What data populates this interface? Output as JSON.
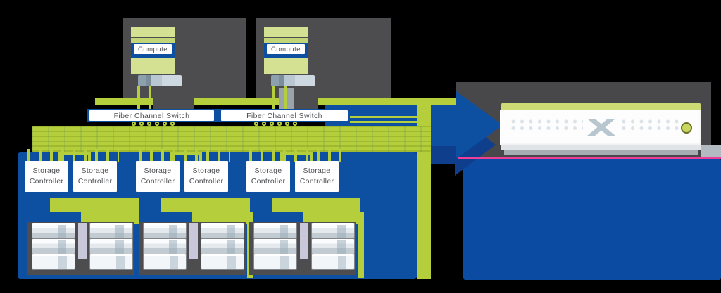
{
  "compute": {
    "nodes": [
      {
        "label": "Compute"
      },
      {
        "label": "Compute"
      }
    ]
  },
  "fabric": {
    "switches": [
      {
        "label": "Fiber Channel Switch"
      },
      {
        "label": "Fiber Channel Switch"
      }
    ]
  },
  "storage": {
    "groups": [
      {
        "controllers": [
          {
            "line1": "Storage",
            "line2": "Controller"
          },
          {
            "line1": "Storage",
            "line2": "Controller"
          }
        ]
      },
      {
        "controllers": [
          {
            "line1": "Storage",
            "line2": "Controller"
          },
          {
            "line1": "Storage",
            "line2": "Controller"
          }
        ]
      },
      {
        "controllers": [
          {
            "line1": "Storage",
            "line2": "Controller"
          },
          {
            "line1": "Storage",
            "line2": "Controller"
          }
        ]
      }
    ]
  },
  "flasharray": {
    "x_logo_icon": "flasharray-x-logo",
    "power_led_icon": "power-led"
  },
  "colors": {
    "lime": "#b5cf3c",
    "lime_light": "#d4e193",
    "blue": "#0d4fa1",
    "blue_dark": "#0e3e8c",
    "dark_gray": "#4d4d4f",
    "pink_line": "#ee3e97",
    "led_green": "#c9d75f"
  }
}
